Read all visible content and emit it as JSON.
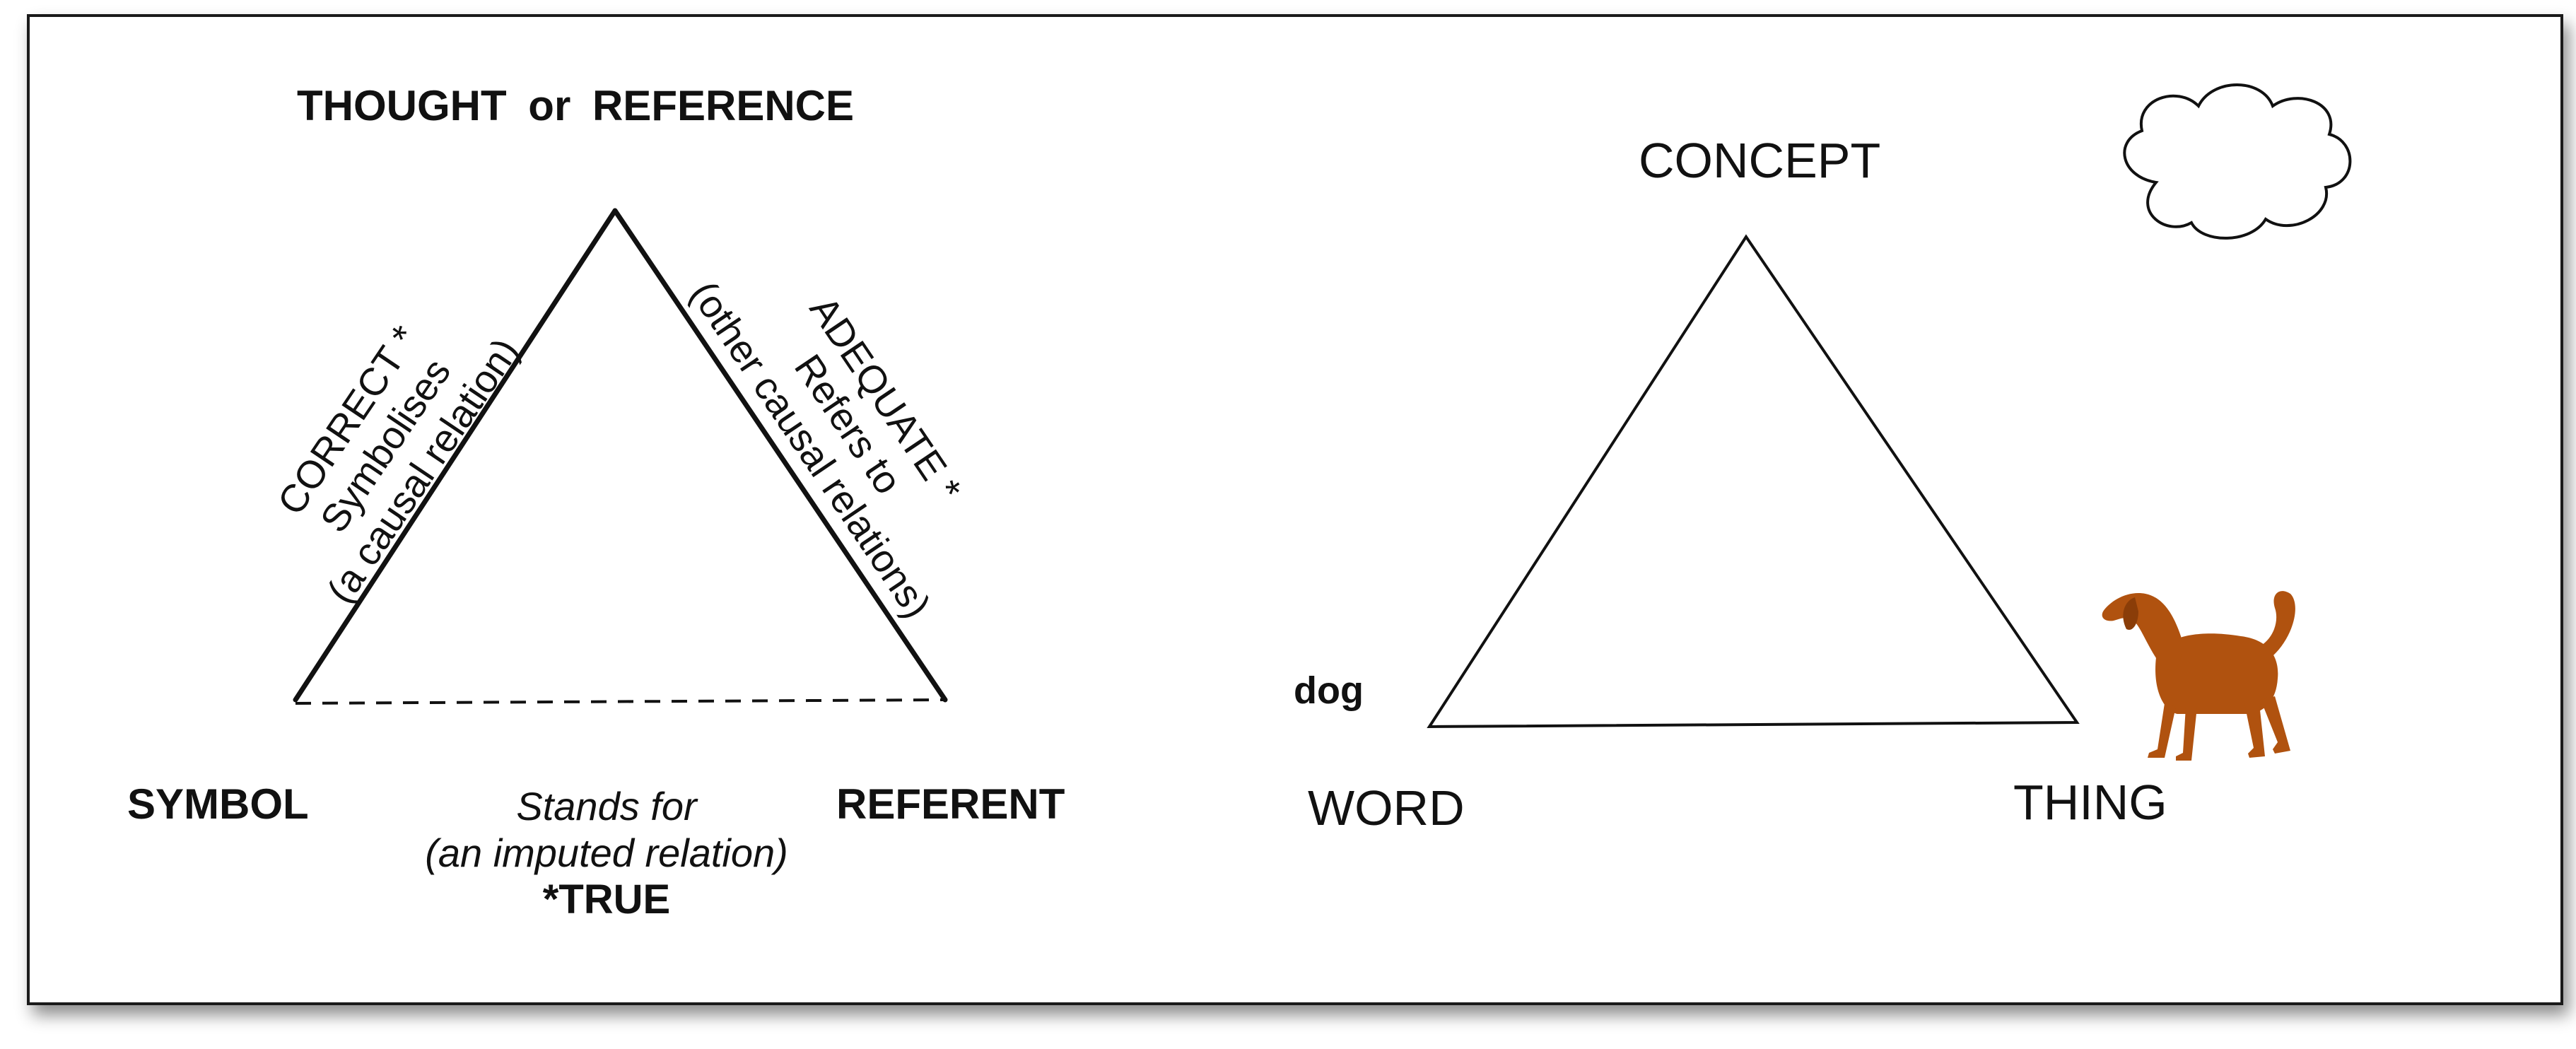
{
  "ogden_richards": {
    "apex_label": "THOUGHT or REFERENCE",
    "left_side": {
      "line1": "CORRECT *",
      "line2": "Symbolises",
      "line3": "(a causal relation)"
    },
    "right_side": {
      "line1": "ADEQUATE *",
      "line2": "Refers to",
      "line3": "(other causal relations)"
    },
    "left_corner_label": "SYMBOL",
    "right_corner_label": "REFERENT",
    "base": {
      "line1": "Stands for",
      "line2": "(an imputed relation)",
      "line3": "*TRUE"
    }
  },
  "concept_triangle": {
    "apex_label": "CONCEPT",
    "word_example": "dog",
    "left_corner_label": "WORD",
    "right_corner_label": "THING",
    "apex_icon": "cloud-icon",
    "thing_icon": "dog-icon",
    "dog_color": "#b0520f"
  }
}
